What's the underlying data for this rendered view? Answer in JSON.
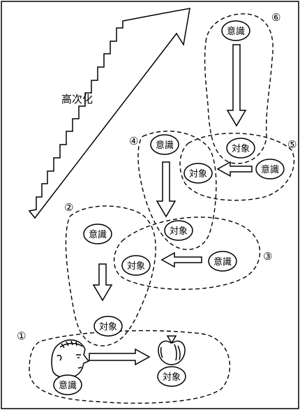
{
  "labels": {
    "consciousness": "意識",
    "object": "対象",
    "elevation": "高次化"
  },
  "stages": [
    "①",
    "②",
    "③",
    "④",
    "⑤",
    "⑥"
  ]
}
